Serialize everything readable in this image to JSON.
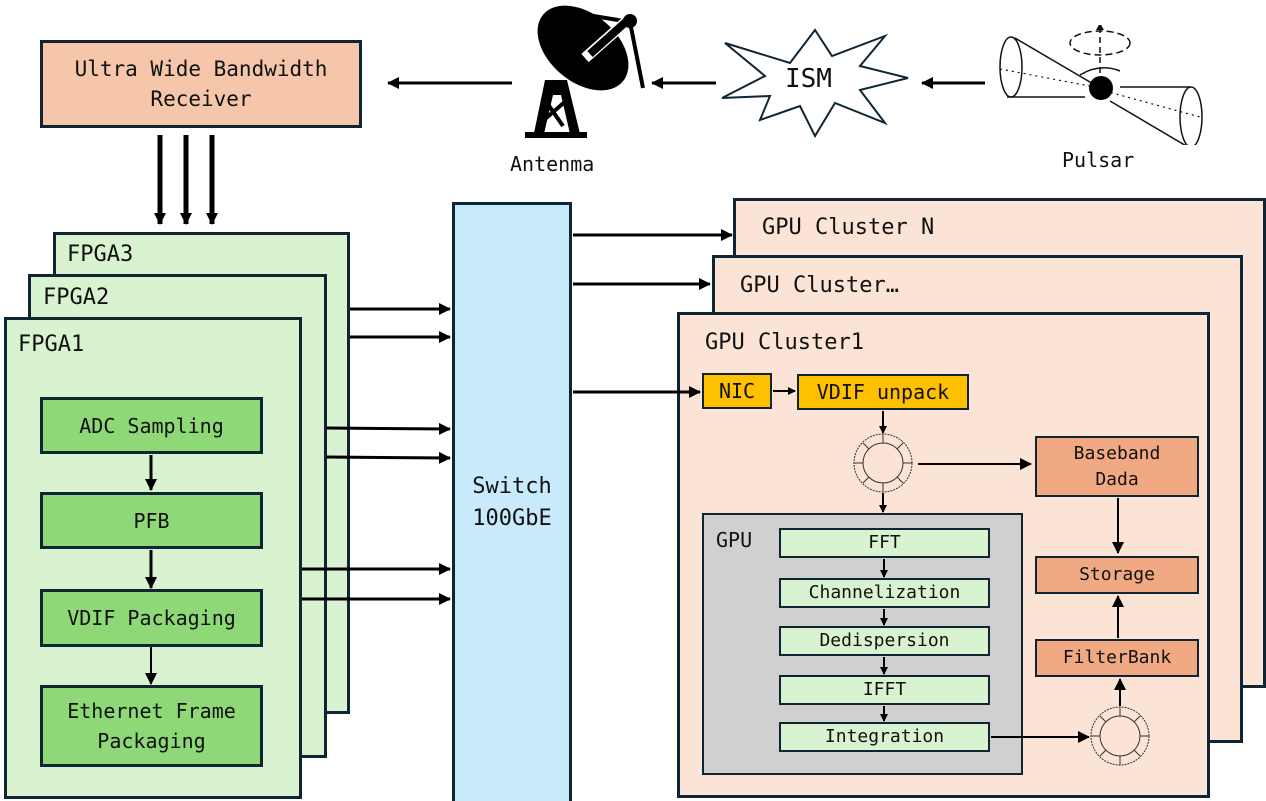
{
  "source_chain": {
    "receiver": "Ultra Wide Bandwidth\nReceiver",
    "antenna_label": "Antenma",
    "ism_label": "ISM",
    "pulsar_label": "Pulsar"
  },
  "fpga": {
    "boards": [
      "FPGA3",
      "FPGA2",
      "FPGA1"
    ],
    "stages": [
      "ADC Sampling",
      "PFB",
      "VDIF Packaging",
      "Ethernet Frame\nPackaging"
    ]
  },
  "switch": {
    "label": "Switch\n100GbE"
  },
  "gpu_clusters": {
    "titles": [
      "GPU Cluster N",
      "GPU Cluster…",
      "GPU Cluster1"
    ],
    "nic": "NIC",
    "vdif_unpack": "VDIF unpack",
    "gpu_label": "GPU",
    "gpu_stages": [
      "FFT",
      "Channelization",
      "Dedispersion",
      "IFFT",
      "Integration"
    ],
    "baseband": "Baseband\nDada",
    "storage": "Storage",
    "filterbank": "FilterBank"
  },
  "colors": {
    "receiver": "#f5c6aa",
    "fpga_board": "#d9f2d0",
    "fpga_stage": "#8fd877",
    "switch": "#c9eafb",
    "gpu_cluster": "#fbe3d6",
    "nic": "#ffc000",
    "gpu_area": "#d0d0d0",
    "storage_blocks": "#f1a983",
    "border": "#0f2534"
  }
}
